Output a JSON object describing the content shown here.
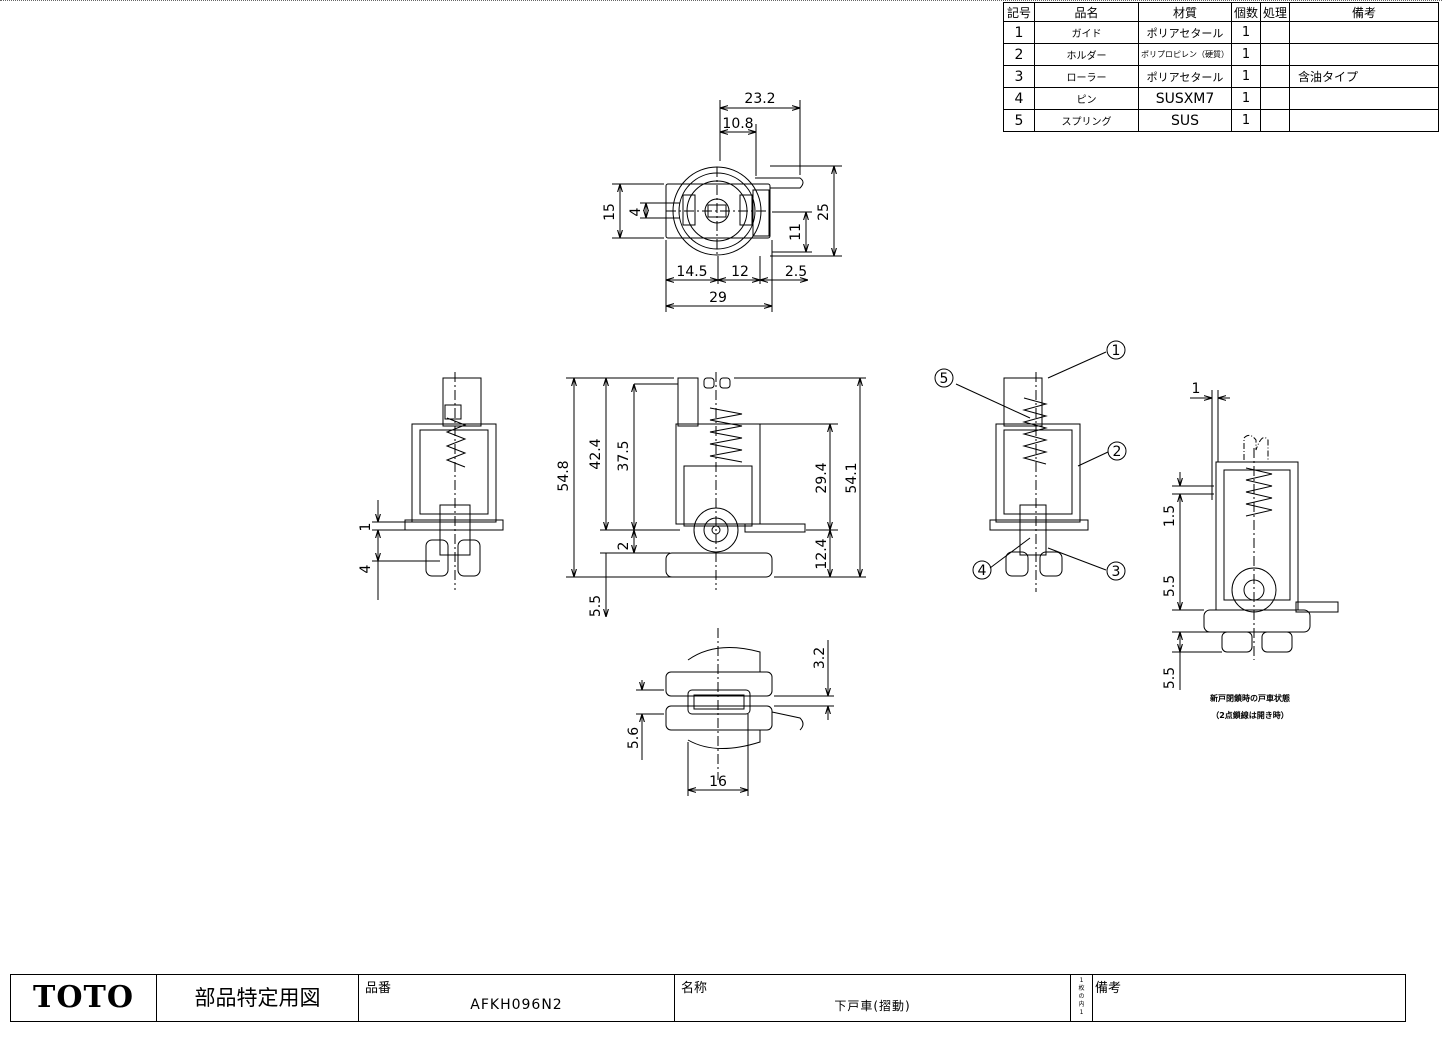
{
  "parts_table": {
    "headers": {
      "no": "記号",
      "name": "品名",
      "material": "材質",
      "qty": "個数",
      "treatment": "処理",
      "remarks": "備考"
    },
    "rows": [
      {
        "no": "1",
        "name": "ガイド",
        "material": "ポリアセタール",
        "qty": "1",
        "treatment": "",
        "remarks": ""
      },
      {
        "no": "2",
        "name": "ホルダー",
        "material": "ポリプロピレン（硬質）",
        "qty": "1",
        "treatment": "",
        "remarks": ""
      },
      {
        "no": "3",
        "name": "ローラー",
        "material": "ポリアセタール",
        "qty": "1",
        "treatment": "",
        "remarks": "含油タイプ"
      },
      {
        "no": "4",
        "name": "ピン",
        "material": "SUSXM7",
        "qty": "1",
        "treatment": "",
        "remarks": ""
      },
      {
        "no": "5",
        "name": "スプリング",
        "material": "SUS",
        "qty": "1",
        "treatment": "",
        "remarks": ""
      }
    ]
  },
  "dimensions": {
    "top_width_overall": "23.2",
    "top_width_inner": "10.8",
    "top_left_height": "15",
    "top_left_inner": "4",
    "top_right_height": "25",
    "top_right_inner": "11",
    "top_bottom_left": "14.5",
    "top_bottom_mid": "12",
    "top_bottom_right": "2.5",
    "top_bottom_total": "29",
    "side_gap_1": "1",
    "side_gap_4": "4",
    "front_total": "54.8",
    "front_upper": "42.4",
    "front_spring": "37.5",
    "front_gap": "2",
    "front_bottom": "5.5",
    "front_right_total": "54.1",
    "front_right_upper": "29.4",
    "front_right_lower": "12.4",
    "bottom_right": "3.2",
    "bottom_left": "5.6",
    "bottom_width": "16",
    "open_top": "1",
    "open_mid": "1.5",
    "open_low1": "5.5",
    "open_low2": "5.5"
  },
  "balloons": [
    "1",
    "2",
    "3",
    "4",
    "5"
  ],
  "note": {
    "line1": "新戸閉鎖時の戸車状態",
    "line2": "（2点鎖線は開き時）"
  },
  "title_block": {
    "logo": "TOTO",
    "drawing_type": "部品特定用図",
    "part_no_label": "品番",
    "part_no": "AFKH096N2",
    "name_label": "名称",
    "name": "下戸車(摺動)",
    "sheet": [
      "1",
      "枚",
      "の",
      "内",
      "1"
    ],
    "remarks_label": "備考",
    "remarks": ""
  }
}
